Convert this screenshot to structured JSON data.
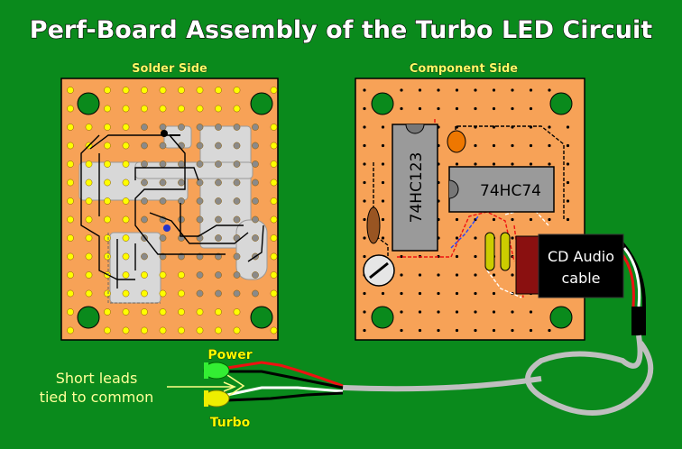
{
  "title": "Perf-Board Assembly of the Turbo LED Circuit",
  "solder_side": {
    "label": "Solder Side"
  },
  "component_side": {
    "label": "Component Side",
    "chip_a": "74HC123",
    "chip_b": "74HC74",
    "cable_line1": "CD Audio",
    "cable_line2": "cable"
  },
  "leds": {
    "power_label": "Power",
    "turbo_label": "Turbo",
    "note_line1": "Short leads",
    "note_line2": "tied to common",
    "power_color": "#33ee33",
    "turbo_color": "#eeee00"
  },
  "colors": {
    "background": "#0a8a1c",
    "board": "#f7a257",
    "hole_yellow": "#ffff00",
    "hole_grey": "#8a8a8a",
    "trace_grey": "#d8d8d8"
  }
}
